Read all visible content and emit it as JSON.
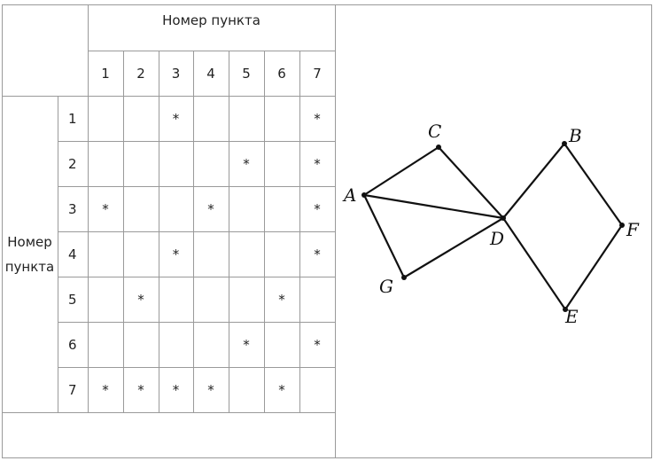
{
  "table": {
    "header": "Номер пункта",
    "row_header": "Номер пункта",
    "columns": [
      "1",
      "2",
      "3",
      "4",
      "5",
      "6",
      "7"
    ],
    "rows": [
      {
        "label": "1",
        "cells": [
          "",
          "",
          "*",
          "",
          "",
          "",
          "*"
        ]
      },
      {
        "label": "2",
        "cells": [
          "",
          "",
          "",
          "",
          "*",
          "",
          "*"
        ]
      },
      {
        "label": "3",
        "cells": [
          "*",
          "",
          "",
          "*",
          "",
          "",
          "*"
        ]
      },
      {
        "label": "4",
        "cells": [
          "",
          "",
          "*",
          "",
          "",
          "",
          "*"
        ]
      },
      {
        "label": "5",
        "cells": [
          "",
          "*",
          "",
          "",
          "",
          "*",
          ""
        ]
      },
      {
        "label": "6",
        "cells": [
          "",
          "",
          "",
          "",
          "*",
          "",
          "*"
        ]
      },
      {
        "label": "7",
        "cells": [
          "*",
          "*",
          "*",
          "*",
          "",
          "*",
          ""
        ]
      }
    ]
  },
  "graph": {
    "vertices": [
      "A",
      "B",
      "C",
      "D",
      "E",
      "F",
      "G"
    ],
    "edges": [
      [
        "A",
        "C"
      ],
      [
        "C",
        "D"
      ],
      [
        "A",
        "D"
      ],
      [
        "A",
        "G"
      ],
      [
        "G",
        "D"
      ],
      [
        "D",
        "B"
      ],
      [
        "B",
        "F"
      ],
      [
        "F",
        "E"
      ],
      [
        "E",
        "D"
      ]
    ]
  }
}
